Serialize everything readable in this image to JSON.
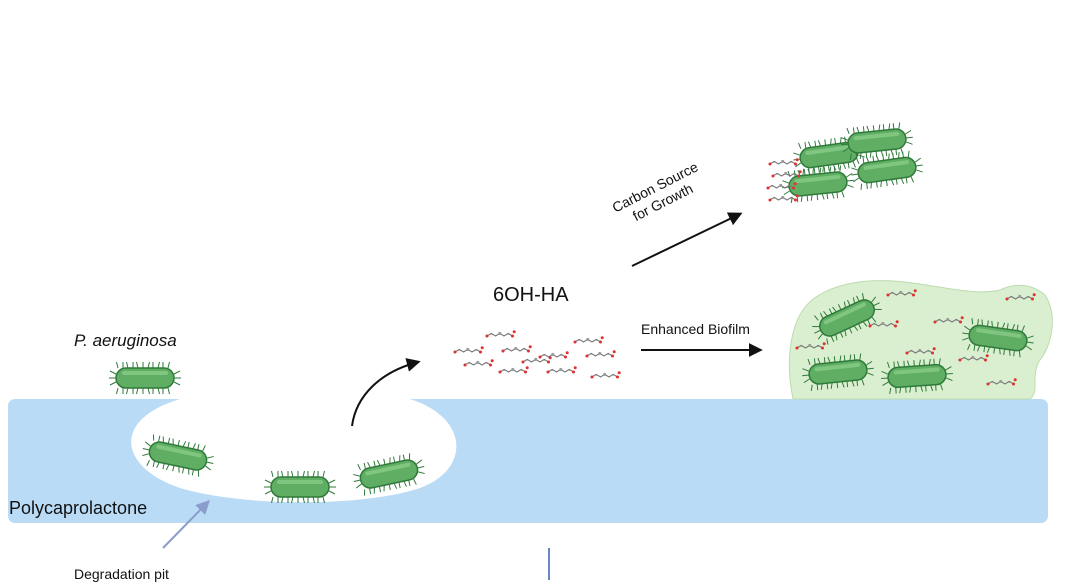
{
  "labels": {
    "species": "P. aeruginosa",
    "substrate": "Polycaprolactone",
    "pit": "Degradation pit",
    "product": "6OH-HA",
    "biofilm": "Enhanced Biofilm",
    "carbon_line1": "Carbon Source",
    "carbon_line2": "for Growth"
  },
  "colors": {
    "substrate": "#b9dbf6",
    "bacterium": "#5fae63",
    "bacterium_dark": "#2f7a3a",
    "biofilm_matrix": "#d9efcf",
    "arrow": "#111111",
    "pit_arrow": "#8a9ccc"
  }
}
